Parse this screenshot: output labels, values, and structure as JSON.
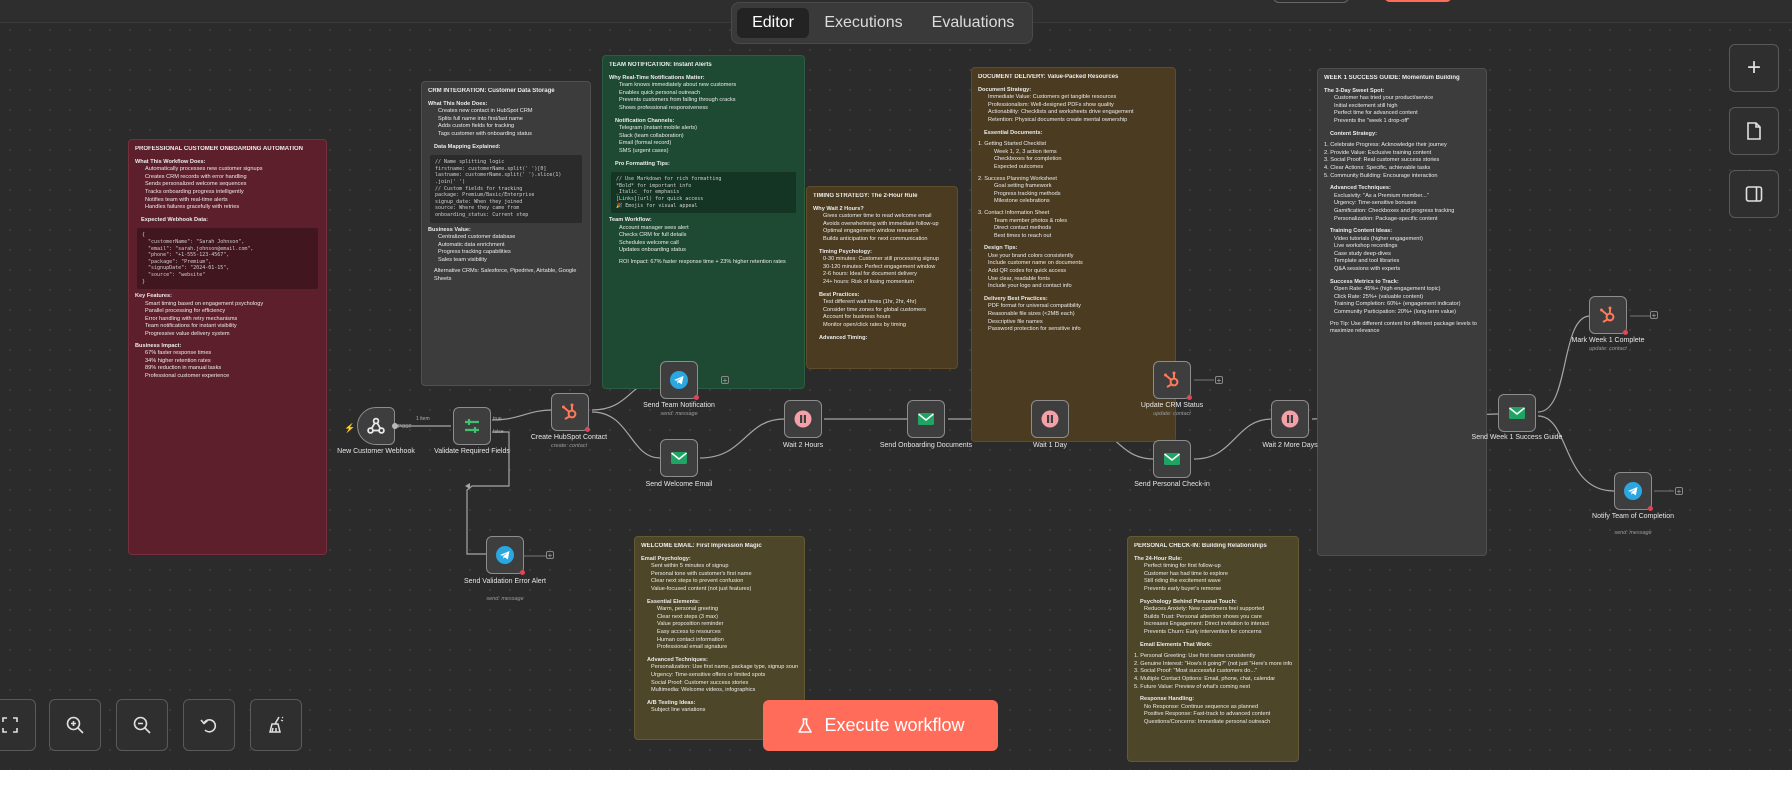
{
  "tabs": {
    "editor": "Editor",
    "executions": "Executions",
    "evaluations": "Evaluations"
  },
  "execute_label": "Execute workflow",
  "colors": {
    "accent": "#ff6d5a",
    "note_red": "#5c1f2b",
    "note_gray": "#3c3c3c",
    "note_green": "#1e4a33",
    "note_brown": "#4a3b21",
    "note_olive": "#4e4628"
  },
  "notes": {
    "automation": {
      "title": "PROFESSIONAL CUSTOMER ONBOARDING AUTOMATION",
      "h1": "What This Workflow Does:",
      "does": [
        "Automatically processes new customer signups",
        "Creates CRM records with error handling",
        "Sends personalized welcome sequences",
        "Tracks onboarding progress intelligently",
        "Notifies team with real-time alerts",
        "Handles failures gracefully with retries"
      ],
      "h2": "Expected Webhook Data:",
      "code": "{\n  \"customerName\": \"Sarah Johnson\",\n  \"email\": \"sarah.johnson@email.com\",\n  \"phone\": \"+1-555-123-4567\",\n  \"package\": \"Premium\",\n  \"signupDate\": \"2024-01-15\",\n  \"source\": \"website\"\n}",
      "h3": "Key Features:",
      "features": [
        "Smart timing based on engagement psychology",
        "Parallel processing for efficiency",
        "Error handling with retry mechanisms",
        "Team notifications for instant visibility",
        "Progressive value delivery system"
      ],
      "h4": "Business Impact:",
      "impact": [
        "67% faster response times",
        "34% higher retention rates",
        "89% reduction in manual tasks",
        "Professional customer experience"
      ]
    },
    "crm": {
      "title": "CRM INTEGRATION: Customer Data Storage",
      "h1": "What This Node Does:",
      "does": [
        "Creates new contact in HubSpot CRM",
        "Splits full name into first/last name",
        "Adds custom fields for tracking",
        "Tags customer with onboarding status"
      ],
      "h2": "Data Mapping Explained:",
      "code": "// Name splitting logic\nfirstname: customerName.split(' ')[0]\nlastname: customerName.split(' ').slice(1)\n.join(' ')\n// Custom fields for tracking\npackage: Premium/Basic/Enterprise\nsignup_date: When they joined\nsource: Where they came from\nonboarding_status: Current step",
      "h3": "Business Value:",
      "value": [
        "Centralized customer database",
        "Automatic data enrichment",
        "Progress tracking capabilities",
        "Sales team visibility"
      ],
      "alt": "Alternative CRMs: Salesforce, Pipedrive, Airtable, Google Sheets"
    },
    "team": {
      "title": "TEAM NOTIFICATION: Instant Alerts",
      "h1": "Why Real-Time Notifications Matter:",
      "why": [
        "Team knows immediately about new customers",
        "Enables quick personal outreach",
        "Prevents customers from falling through cracks",
        "Shows professional responsiveness"
      ],
      "h2": "Notification Channels:",
      "channels": [
        "Telegram (instant mobile alerts)",
        "Slack (team collaboration)",
        "Email (formal record)",
        "SMS (urgent cases)"
      ],
      "h3": "Pro Formatting Tips:",
      "code": "// Use Markdown for rich formatting\n*Bold* for important info\n_Italic_ for emphasis\n[Links](url) for quick access\n🎉 Emojis for visual appeal",
      "h4": "Team Workflow:",
      "flow": [
        "Account manager sees alert",
        "Checks CRM for full details",
        "Schedules welcome call",
        "Updates onboarding status"
      ],
      "roi": "ROI Impact: 67% faster response time + 23% higher retention rates"
    },
    "timing": {
      "title": "TIMING STRATEGY: The 2-Hour Rule",
      "h1": "Why Wait 2 Hours?",
      "why": [
        "Gives customer time to read welcome email",
        "Avoids overwhelming with immediate follow-up",
        "Optimal engagement window research",
        "Builds anticipation for next communication"
      ],
      "h2": "Timing Psychology:",
      "psych": [
        "0-30 minutes: Customer still processing signup",
        "30-120 minutes: Perfect engagement window",
        "2-6 hours: Ideal for document delivery",
        "24+ hours: Risk of losing momentum"
      ],
      "h3": "Best Practices:",
      "best": [
        "Test different wait times (1hr, 2hr, 4hr)",
        "Consider time zones for global customers",
        "Account for business hours",
        "Monitor open/click rates by timing"
      ],
      "h4": "Advanced Timing:"
    },
    "docs": {
      "title": "DOCUMENT DELIVERY: Value-Packed Resources",
      "h1": "Document Strategy:",
      "strategy": [
        "Immediate Value: Customers get tangible resources",
        "Professionalism: Well-designed PDFs show quality",
        "Actionability: Checklists and worksheets drive engagement",
        "Retention: Physical documents create mental ownership"
      ],
      "h2": "Essential Documents:",
      "d1": "1. Getting Started Checklist",
      "d1items": [
        "Week 1, 2, 3 action items",
        "Checkboxes for completion",
        "Expected outcomes"
      ],
      "d2": "2. Success Planning Worksheet",
      "d2items": [
        "Goal setting framework",
        "Progress tracking methods",
        "Milestone celebrations"
      ],
      "d3": "3. Contact Information Sheet",
      "d3items": [
        "Team member photos & roles",
        "Direct contact methods",
        "Best times to reach out"
      ],
      "h3": "Design Tips:",
      "design": [
        "Use your brand colors consistently",
        "Include customer name on documents",
        "Add QR codes for quick access",
        "Use clear, readable fonts",
        "Include your logo and contact info"
      ],
      "h4": "Delivery Best Practices:",
      "delivery": [
        "PDF format for universal compatibility",
        "Reasonable file sizes (<2MB each)",
        "Descriptive file names",
        "Password protection for sensitive info"
      ]
    },
    "week1": {
      "title": "WEEK 1 SUCCESS GUIDE: Momentum Building",
      "h1": "The 3-Day Sweet Spot:",
      "sweet": [
        "Customer has tried your product/service",
        "Initial excitement still high",
        "Perfect time for advanced content",
        "Prevents the \"week 1 drop-off\""
      ],
      "h2": "Content Strategy:",
      "strategy": [
        "1. Celebrate Progress: Acknowledge their journey",
        "2. Provide Value: Exclusive training content",
        "3. Social Proof: Real customer success stories",
        "4. Clear Actions: Specific, achievable tasks",
        "5. Community Building: Encourage interaction"
      ],
      "h3": "Advanced Techniques:",
      "tech": [
        "Exclusivity: \"As a Premium member...\"",
        "Urgency: Time-sensitive bonuses",
        "Gamification: Checkboxes and progress tracking",
        "Personalization: Package-specific content"
      ],
      "h4": "Training Content Ideas:",
      "ideas": [
        "Video tutorials (higher engagement)",
        "Live workshop recordings",
        "Case study deep-dives",
        "Template and tool libraries",
        "Q&A sessions with experts"
      ],
      "h5": "Success Metrics to Track:",
      "metrics": [
        "Open Rate: 45%+ (high engagement topic)",
        "Click Rate: 25%+ (valuable content)",
        "Training Completion: 60%+ (engagement indicator)",
        "Community Participation: 20%+ (long-term value)"
      ],
      "tip": "Pro Tip: Use different content for different package levels to maximize relevance"
    },
    "welcome": {
      "title": "WELCOME EMAIL: First Impression Magic",
      "h1": "Email Psychology:",
      "psych": [
        "Sent within 5 minutes of signup",
        "Personal tone with customer's first name",
        "Clear next steps to prevent confusion",
        "Value-focused content (not just features)"
      ],
      "h2": "Essential Elements:",
      "elements": [
        "Warm, personal greeting",
        "Clear next steps (3 max)",
        "Value proposition reminder",
        "Easy access to resources",
        "Human contact information",
        "Professional email signature"
      ],
      "h3": "Advanced Techniques:",
      "tech": [
        "Personalization: Use first name, package type, signup source",
        "Urgency: Time-sensitive offers or limited spots",
        "Social Proof: Customer success stories",
        "Multimedia: Welcome videos, infographics"
      ],
      "h4": "A/B Testing Ideas:",
      "ab": [
        "Subject line variations"
      ]
    },
    "checkin": {
      "title": "PERSONAL CHECK-IN: Building Relationships",
      "h1": "The 24-Hour Rule:",
      "rule": [
        "Perfect timing for first follow-up",
        "Customer has had time to explore",
        "Still riding the excitement wave",
        "Prevents early buyer's remorse"
      ],
      "h2": "Psychology Behind Personal Touch:",
      "psych": [
        "Reduces Anxiety: New customers feel supported",
        "Builds Trust: Personal attention shows you care",
        "Increases Engagement: Direct invitation to interact",
        "Prevents Churn: Early intervention for concerns"
      ],
      "h3": "Email Elements That Work:",
      "elements": [
        "1. Personal Greeting: Use first name consistently",
        "2. Genuine Interest: \"How's it going?\" (not just \"Here's more info\")",
        "3. Social Proof: \"Most successful customers do...\"",
        "4. Multiple Contact Options: Email, phone, chat, calendar",
        "5. Future Value: Preview of what's coming next"
      ],
      "h4": "Response Handling:",
      "resp": [
        "No Response: Continue sequence as planned",
        "Positive Response: Fast-track to advanced content",
        "Questions/Concerns: Immediate personal outreach"
      ]
    }
  },
  "nodes": {
    "webhook": {
      "label": "New Customer Webhook",
      "icon": "webhook-icon"
    },
    "validate": {
      "label": "Validate Required Fields",
      "icon": "filter-icon",
      "true_label": "true",
      "false_label": "false"
    },
    "hubspot": {
      "label": "Create HubSpot Contact",
      "sub": "create: contact",
      "icon": "hubspot-icon"
    },
    "team": {
      "label": "Send Team Notification",
      "sub": "send: message",
      "icon": "telegram-icon"
    },
    "welcome": {
      "label": "Send Welcome Email",
      "icon": "gmail-icon"
    },
    "validation_error": {
      "label": "Send Validation Error Alert",
      "sub": "send: message",
      "icon": "telegram-icon"
    },
    "wait2h": {
      "label": "Wait 2 Hours",
      "icon": "pause-icon"
    },
    "docs": {
      "label": "Send Onboarding Documents",
      "icon": "gmail-icon"
    },
    "wait1d": {
      "label": "Wait 1 Day",
      "icon": "pause-icon"
    },
    "update_crm": {
      "label": "Update CRM Status",
      "sub": "update: contact",
      "icon": "hubspot-icon"
    },
    "checkin": {
      "label": "Send Personal Check-in",
      "icon": "gmail-icon"
    },
    "wait2d": {
      "label": "Wait 2 More Days",
      "icon": "pause-icon"
    },
    "week1": {
      "label": "Send Week 1 Success Guide",
      "icon": "gmail-icon"
    },
    "mark_week1": {
      "label": "Mark Week 1 Complete",
      "sub": "update: contact",
      "icon": "hubspot-icon"
    },
    "notify_completion": {
      "label": "Notify Team of Completion",
      "sub": "send: message",
      "icon": "telegram-icon"
    }
  },
  "edge_labels": {
    "webhook_out": "POST",
    "items": "1 item"
  }
}
